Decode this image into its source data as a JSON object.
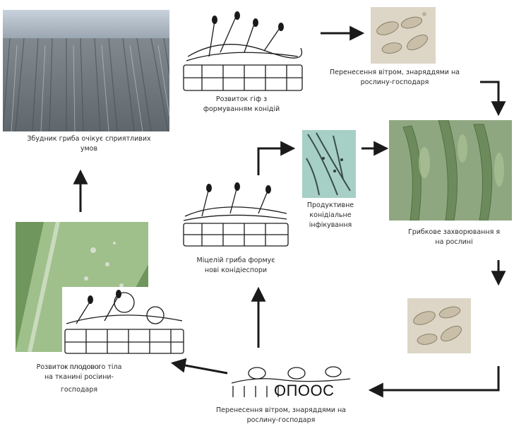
{
  "labels": {
    "field": {
      "line1": "Збудник гриба очікує сприятливих",
      "line2": "умов"
    },
    "hyphae": {
      "line1": "Розвиток гіф з",
      "line2": "формуванням конідій"
    },
    "transfer_top": {
      "line1": "Перенесення вітром, знаряддями на",
      "line2": "рослину-господаря"
    },
    "disease": {
      "line1": "Грибкове захворювання я",
      "line2": "на рослині"
    },
    "conidial": {
      "line1": "Продуктивне",
      "line2": "конідіальне",
      "line3": "інфікування"
    },
    "mycelium": {
      "line1": "Міцелій гриба формує",
      "line2": "нові конідіеспори"
    },
    "fruit_body": {
      "line1a": "Розвит",
      "line1b": "ок плодовог",
      "line1c": "о тіла",
      "line2": "на тканині росіини-",
      "line3": "господаря"
    },
    "transfer_bottom": {
      "line1": "Перенесення вітром, знаряддями на",
      "line2": "рослину-господаря",
      "overlay": "ОПООС"
    }
  },
  "colors": {
    "arrow": "#1a1a1a",
    "line_art": "#1a1a1a",
    "field_sky": "#b8c3cf",
    "leaf": "#7fa36a",
    "spore_bg": "#d9d2c3",
    "hyphae_bg": "#9fc8c0"
  }
}
